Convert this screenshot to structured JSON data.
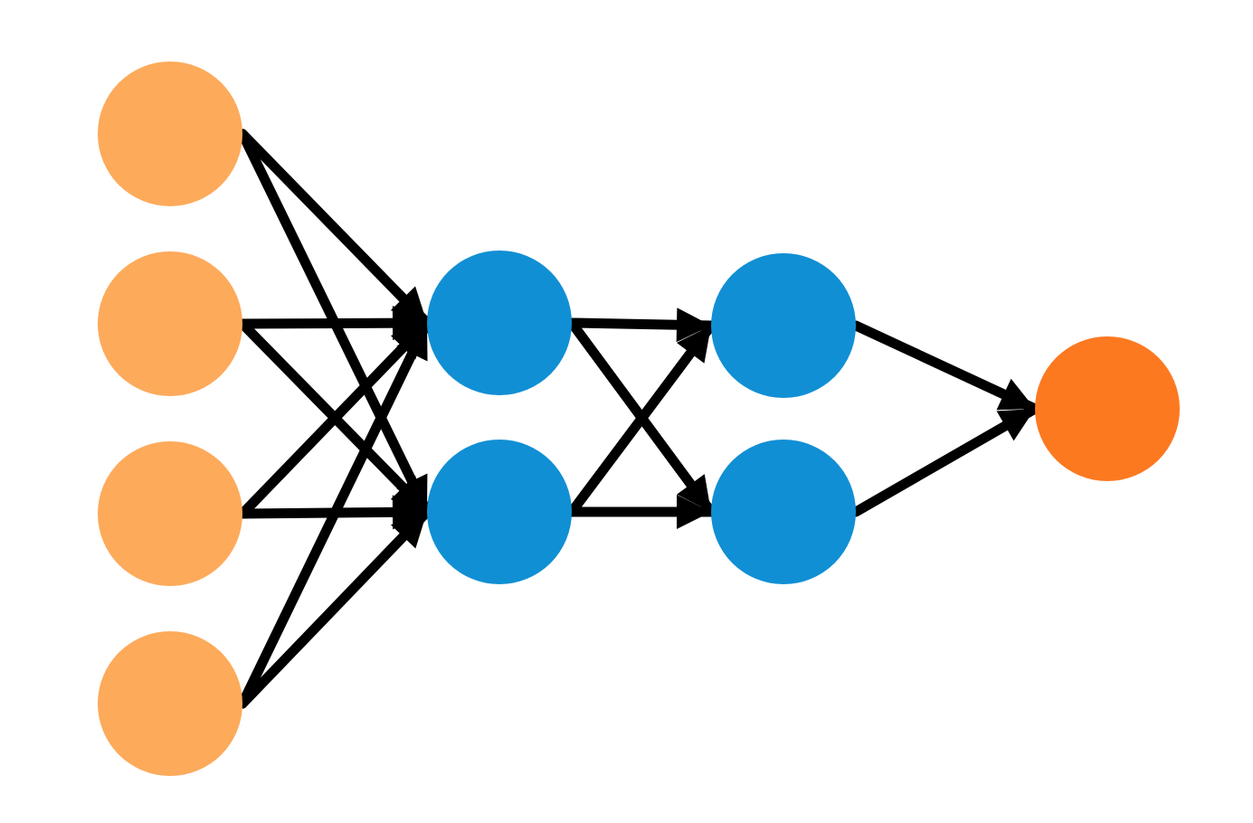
{
  "diagram": {
    "layers": [
      {
        "id": "input",
        "color": "#fdaa5b",
        "nodes": [
          "in-1",
          "in-2",
          "in-3",
          "in-4"
        ]
      },
      {
        "id": "hidden-1",
        "color": "#118fd4",
        "nodes": [
          "h1-1",
          "h1-2"
        ]
      },
      {
        "id": "hidden-2",
        "color": "#118fd4",
        "nodes": [
          "h2-1",
          "h2-2"
        ]
      },
      {
        "id": "output",
        "color": "#fc7920",
        "nodes": [
          "out-1"
        ]
      }
    ],
    "edges": [
      [
        "in-1",
        "h1-1"
      ],
      [
        "in-1",
        "h1-2"
      ],
      [
        "in-2",
        "h1-1"
      ],
      [
        "in-2",
        "h1-2"
      ],
      [
        "in-3",
        "h1-1"
      ],
      [
        "in-3",
        "h1-2"
      ],
      [
        "in-4",
        "h1-1"
      ],
      [
        "in-4",
        "h1-2"
      ],
      [
        "h1-1",
        "h2-1"
      ],
      [
        "h1-1",
        "h2-2"
      ],
      [
        "h1-2",
        "h2-1"
      ],
      [
        "h1-2",
        "h2-2"
      ],
      [
        "h2-1",
        "out-1"
      ],
      [
        "h2-2",
        "out-1"
      ]
    ],
    "edge_color": "#000000"
  }
}
